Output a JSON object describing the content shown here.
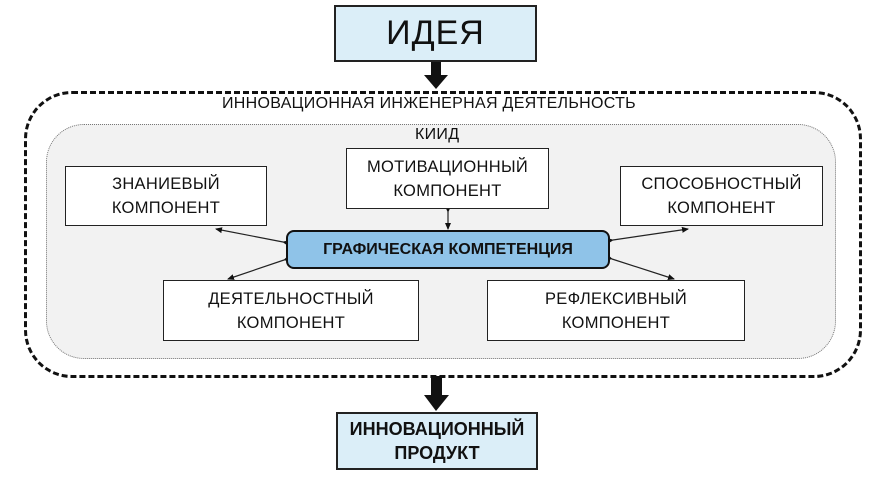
{
  "idea": {
    "label": "ИДЕЯ"
  },
  "activity": {
    "label": "ИННОВАЦИОННАЯ ИНЖЕНЕРНАЯ ДЕЯТЕЛЬНОСТЬ"
  },
  "kiid": {
    "label": "КИИД"
  },
  "center": {
    "label": "ГРАФИЧЕСКАЯ КОМПЕТЕНЦИЯ"
  },
  "components": {
    "knowledge": {
      "line1": "ЗНАНИЕВЫЙ",
      "line2": "КОМПОНЕНТ"
    },
    "motivation": {
      "line1": "МОТИВАЦИОННЫЙ",
      "line2": "КОМПОНЕНТ"
    },
    "ability": {
      "line1": "СПОСОБНОСТНЫЙ",
      "line2": "КОМПОНЕНТ"
    },
    "activity": {
      "line1": "ДЕЯТЕЛЬНОСТНЫЙ",
      "line2": "КОМПОНЕНТ"
    },
    "reflexive": {
      "line1": "РЕФЛЕКСИВНЫЙ",
      "line2": "КОМПОНЕНТ"
    }
  },
  "product": {
    "line1": "ИННОВАЦИОННЫЙ",
    "line2": "ПРОДУКТ"
  },
  "colors": {
    "idea_fill": "#dbeef8",
    "center_fill": "#8fc3e8",
    "kiid_fill": "#f2f2f2"
  }
}
